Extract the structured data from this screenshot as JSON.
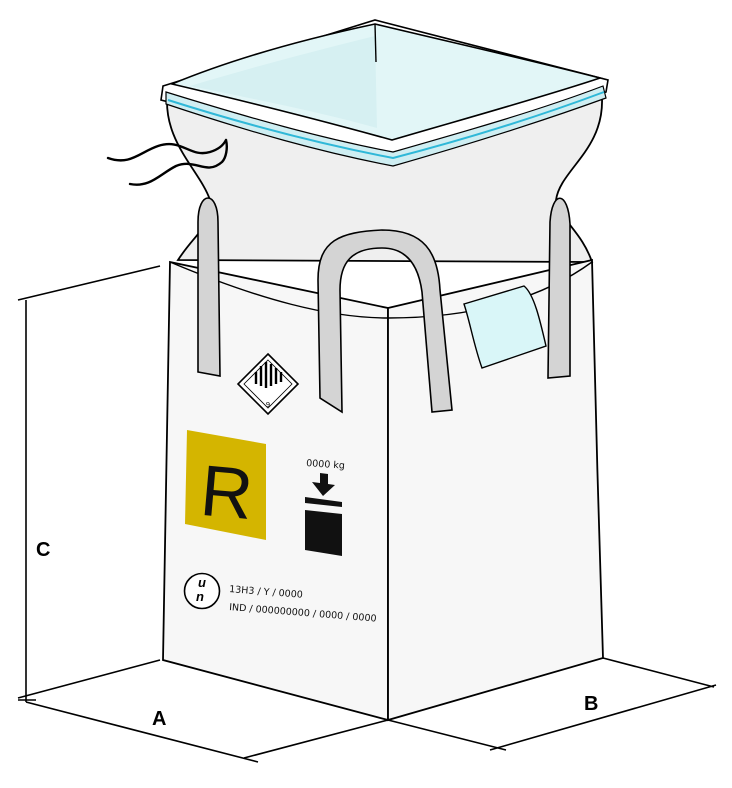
{
  "dimensions": {
    "a_label": "A",
    "b_label": "B",
    "c_label": "C"
  },
  "labels": {
    "r_mark": "R",
    "load_weight": "0000 kg",
    "hazard_class_number": "9",
    "un_symbol_top": "u",
    "un_symbol_bottom": "n",
    "un_code_line": "13H3 / Y / 0000",
    "ind_line": "IND / 000000000 / 0000 / 0000"
  },
  "colors": {
    "bag_fill": "#f7f7f7",
    "top_spout_fill": "#efefef",
    "liner_fill": "#e2f6f7",
    "liner_edge": "#2fb8d8",
    "loop_fill": "#d4d4d4",
    "r_mark_bg": "#d4b500",
    "document_pocket": "#d9f6f8"
  }
}
